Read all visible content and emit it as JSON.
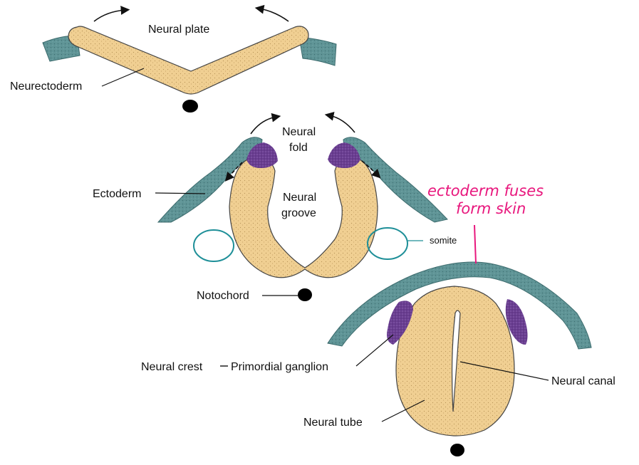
{
  "labels": {
    "neural_plate": "Neural plate",
    "neurectoderm": "Neurectoderm",
    "neural_fold_1": "Neural",
    "neural_fold_2": "fold",
    "ectoderm": "Ectoderm",
    "neural_groove_1": "Neural",
    "neural_groove_2": "groove",
    "notochord": "Notochord",
    "somite": "somite",
    "neural_crest": "Neural crest",
    "primordial_ganglion": "Primordial ganglion",
    "neural_canal": "Neural canal",
    "neural_tube": "Neural tube"
  },
  "annotation": {
    "line1": "ectoderm fuses",
    "line2": "form skin"
  },
  "colors": {
    "neural_tissue": "#f0cf92",
    "ectoderm": "#5f9496",
    "neural_crest": "#6a3e91",
    "notochord": "#000000",
    "somite_outline": "#1e8f98",
    "annotation": "#e8177d"
  }
}
